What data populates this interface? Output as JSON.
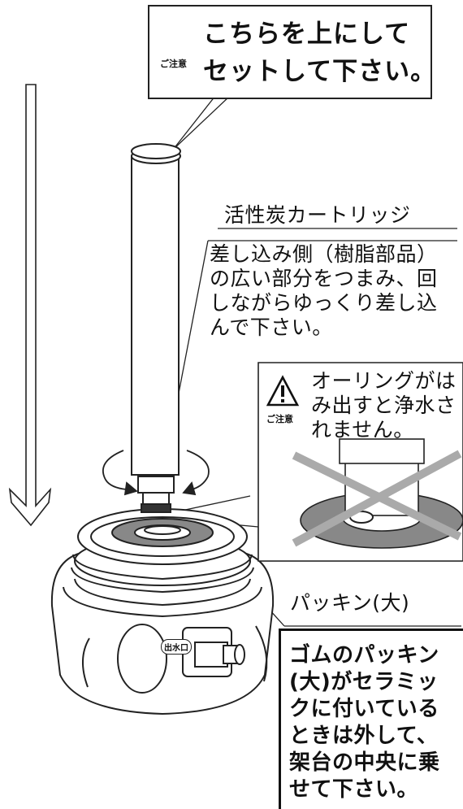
{
  "top_callout": {
    "line1": "こちらを上にして",
    "line2": "セットして下さい。",
    "caution_label": "ご注意"
  },
  "cartridge_label": "活性炭カートリッジ",
  "insert_instruction": [
    "差し込み側（樹脂部品）",
    "の広い部分をつまみ、回",
    "しながらゆっくり差し込",
    "んで下さい。"
  ],
  "oring_note": {
    "lines": [
      "オーリングがは",
      "み出すと浄水さ",
      "れません。"
    ],
    "caution_label": "ご注意"
  },
  "packing_label": "パッキン(大)",
  "packing_note": [
    "ゴムのパッキン",
    "(大)がセラミッ",
    "クに付いている",
    "ときは外して、",
    "架台の中央に乗",
    "せて下さい。"
  ],
  "outlet_label": "出水口"
}
